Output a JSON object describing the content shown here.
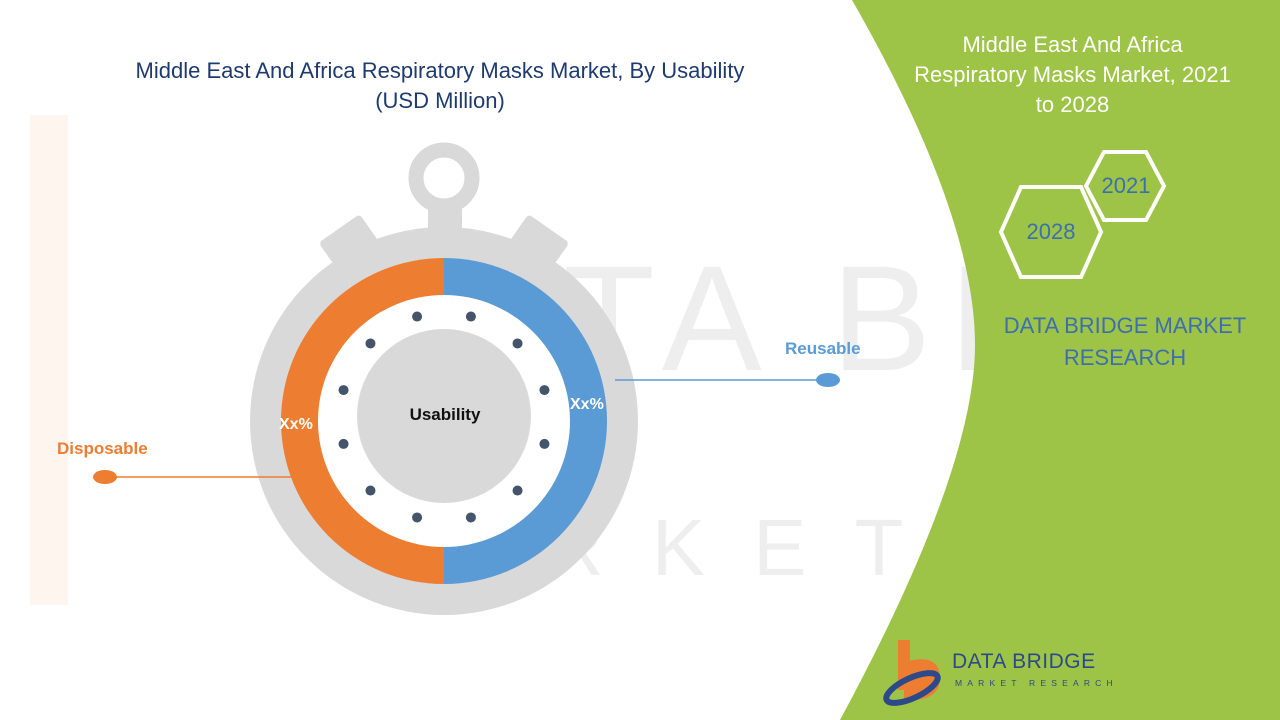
{
  "chart_title": "Middle East And Africa Respiratory Masks Market, By Usability\n(USD Million)",
  "panel": {
    "title": "Middle East And Africa Respiratory Masks Market, 2021 to 2028",
    "hex_years": [
      "2021",
      "2028"
    ],
    "brand": "DATA BRIDGE MARKET RESEARCH"
  },
  "logo": {
    "name": "DATA BRIDGE",
    "tagline": "MARKET RESEARCH"
  },
  "watermark": {
    "line1": "DATA BRIDGE",
    "line2": "MARKET RESEARCH"
  },
  "colors": {
    "green": "#9dc446",
    "orange": "#ed7d31",
    "blue": "#5b9bd5",
    "gray": "#d9d9d9",
    "navy": "#1f3a6e"
  },
  "chart_data": {
    "type": "pie",
    "title": "Middle East And Africa Respiratory Masks Market, By Usability (USD Million)",
    "center_label": "Usability",
    "series": [
      {
        "name": "Reusable",
        "value_label": "Xx%",
        "share": 0.5,
        "color": "#5b9bd5"
      },
      {
        "name": "Disposable",
        "value_label": "Xx%",
        "share": 0.5,
        "color": "#ed7d31"
      }
    ]
  }
}
